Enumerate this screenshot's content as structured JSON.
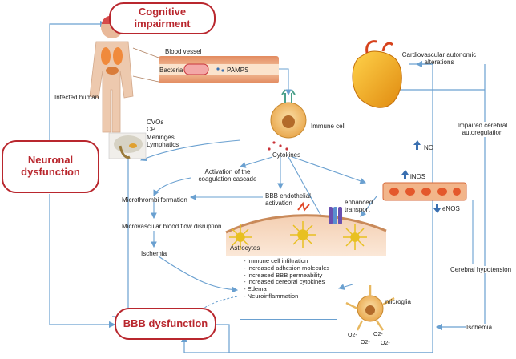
{
  "outcomes": {
    "cognitive": "Cognitive impairment",
    "neuronal": "Neuronal dysfunction",
    "bbb": "BBB dysfunction"
  },
  "labels": {
    "blood_vessel": "Blood vessel",
    "bacteria": "Bacteria",
    "pamps": "PAMPS",
    "infected_human": "Infected human",
    "immune_cell": "Immune cell",
    "cytokines": "Cytokines",
    "cvos": "CVOs",
    "cp": "CP",
    "meninges": "Meninges",
    "lymphatics": "Lymphatics",
    "coagulation": "Activation of the coagulation cascade",
    "microthrombi": "Microthrombi formation",
    "microvascular": "Microvascular blood flow disruption",
    "ischemia_left": "Ischemia",
    "bbb_activation": "BBB endothelial activation",
    "enhanced_transport": "enhanced transport",
    "astrocytes": "Astrocytes",
    "inos": "iNOS",
    "enos": "eNOS",
    "no": "NO",
    "cardio": "Cardiovascular autonomic alterations",
    "impaired": "Impaired cerebral autoregulation",
    "hypotension": "Cerebral hypotension",
    "ischemia_right": "Ischemia",
    "microglia": "microglia",
    "o2": "O2-"
  },
  "effects": [
    "- Immune cell infiltration",
    "- Increased adhesion molecules",
    "- Increased BBB permeability",
    "- Increased cerebral cytokines",
    "- Edema",
    "- Neuroinflammation"
  ],
  "colors": {
    "outcome_border": "#b9272e",
    "arrow": "#6aa0d0",
    "vessel": "#e8a27c",
    "tissue": "#f2c9a8",
    "astrocyte": "#e8c020",
    "immune_cell": "#f3c27a",
    "heart": "#f2a81d",
    "receptor": "#6a4fb0",
    "endothelium": "#e4582b"
  }
}
